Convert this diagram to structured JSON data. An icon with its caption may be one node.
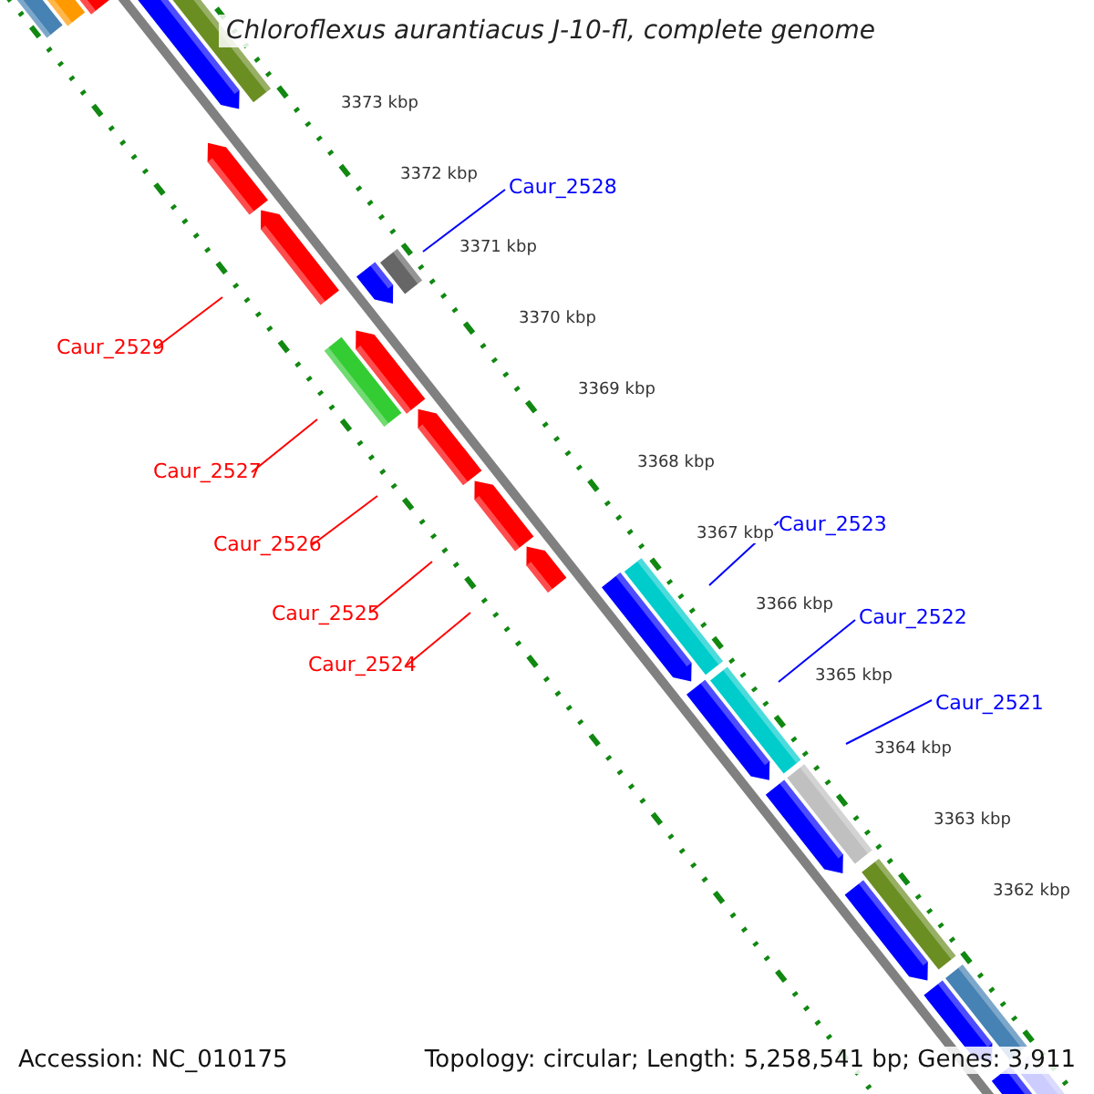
{
  "diagram": {
    "title": "Chloroflexus aurantiacus J-10-fl, complete genome",
    "nodes": [
      {
        "text": [
          "Caur_2528"
        ]
      },
      {
        "text": [
          "Caur_2529"
        ]
      },
      {
        "text": [
          "Caur_2527"
        ]
      },
      {
        "text": [
          "Caur_2526"
        ]
      },
      {
        "text": [
          "Caur_2525"
        ]
      },
      {
        "text": [
          "Caur_2524"
        ]
      },
      {
        "text": [
          "Caur_2523"
        ]
      },
      {
        "text": [
          "Caur_2522"
        ]
      },
      {
        "text": [
          "Caur_2521"
        ]
      }
    ],
    "edges": [
      {
        "from": 0,
        "to": null,
        "arrow": "none",
        "color": "#0000ff"
      },
      {
        "from": 1,
        "to": null,
        "arrow": "none"
      },
      {
        "from": 2,
        "to": null,
        "arrow": "none"
      },
      {
        "from": 3,
        "to": null,
        "arrow": "none"
      },
      {
        "from": 4,
        "to": null,
        "arrow": "none"
      },
      {
        "from": 5,
        "to": null,
        "arrow": "none"
      },
      {
        "from": 6,
        "to": null,
        "arrow": "none",
        "color": "#0000ff"
      },
      {
        "from": 7,
        "to": null,
        "arrow": "none",
        "color": "#0000ff"
      },
      {
        "from": 8,
        "to": null,
        "arrow": "none",
        "color": "#0000ff"
      }
    ],
    "labels": [
      "3373 kbp",
      "3372 kbp",
      "3371 kbp",
      "3370 kbp",
      "3369 kbp",
      "3368 kbp",
      "3367 kbp",
      "3366 kbp",
      "3365 kbp",
      "3364 kbp",
      "3363 kbp",
      "3362 kbp",
      "Accession: NC_010175",
      "Topology: circular; Length: 5,258,541 bp; Genes: 3,911"
    ]
  }
}
